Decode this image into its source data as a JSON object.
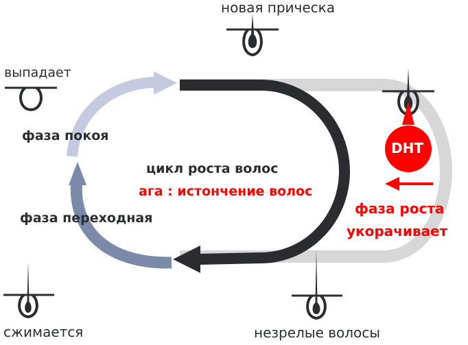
{
  "title": "цикл роста волос",
  "subtitle": "ага : истончение волос",
  "stages": {
    "new_hair": "новая прическа",
    "falls_out": "выпадает",
    "shrinks": "сжимается",
    "immature": "незрелые волосы"
  },
  "phases": {
    "rest": "фаза покоя",
    "transition": "фаза переходная"
  },
  "dht": {
    "label": "DHT",
    "effect_line1": "фаза роста",
    "effect_line2": "укорачивает"
  },
  "colors": {
    "dark": "#2b2c30",
    "grey_ring": "#d6d7d6",
    "light_blue": "#c5cae0",
    "steel_blue": "#7a8aa8",
    "red": "#ff0000"
  },
  "icons": [
    "hair-follicle-icon",
    "arrow-left-icon",
    "dht-drop-icon"
  ]
}
